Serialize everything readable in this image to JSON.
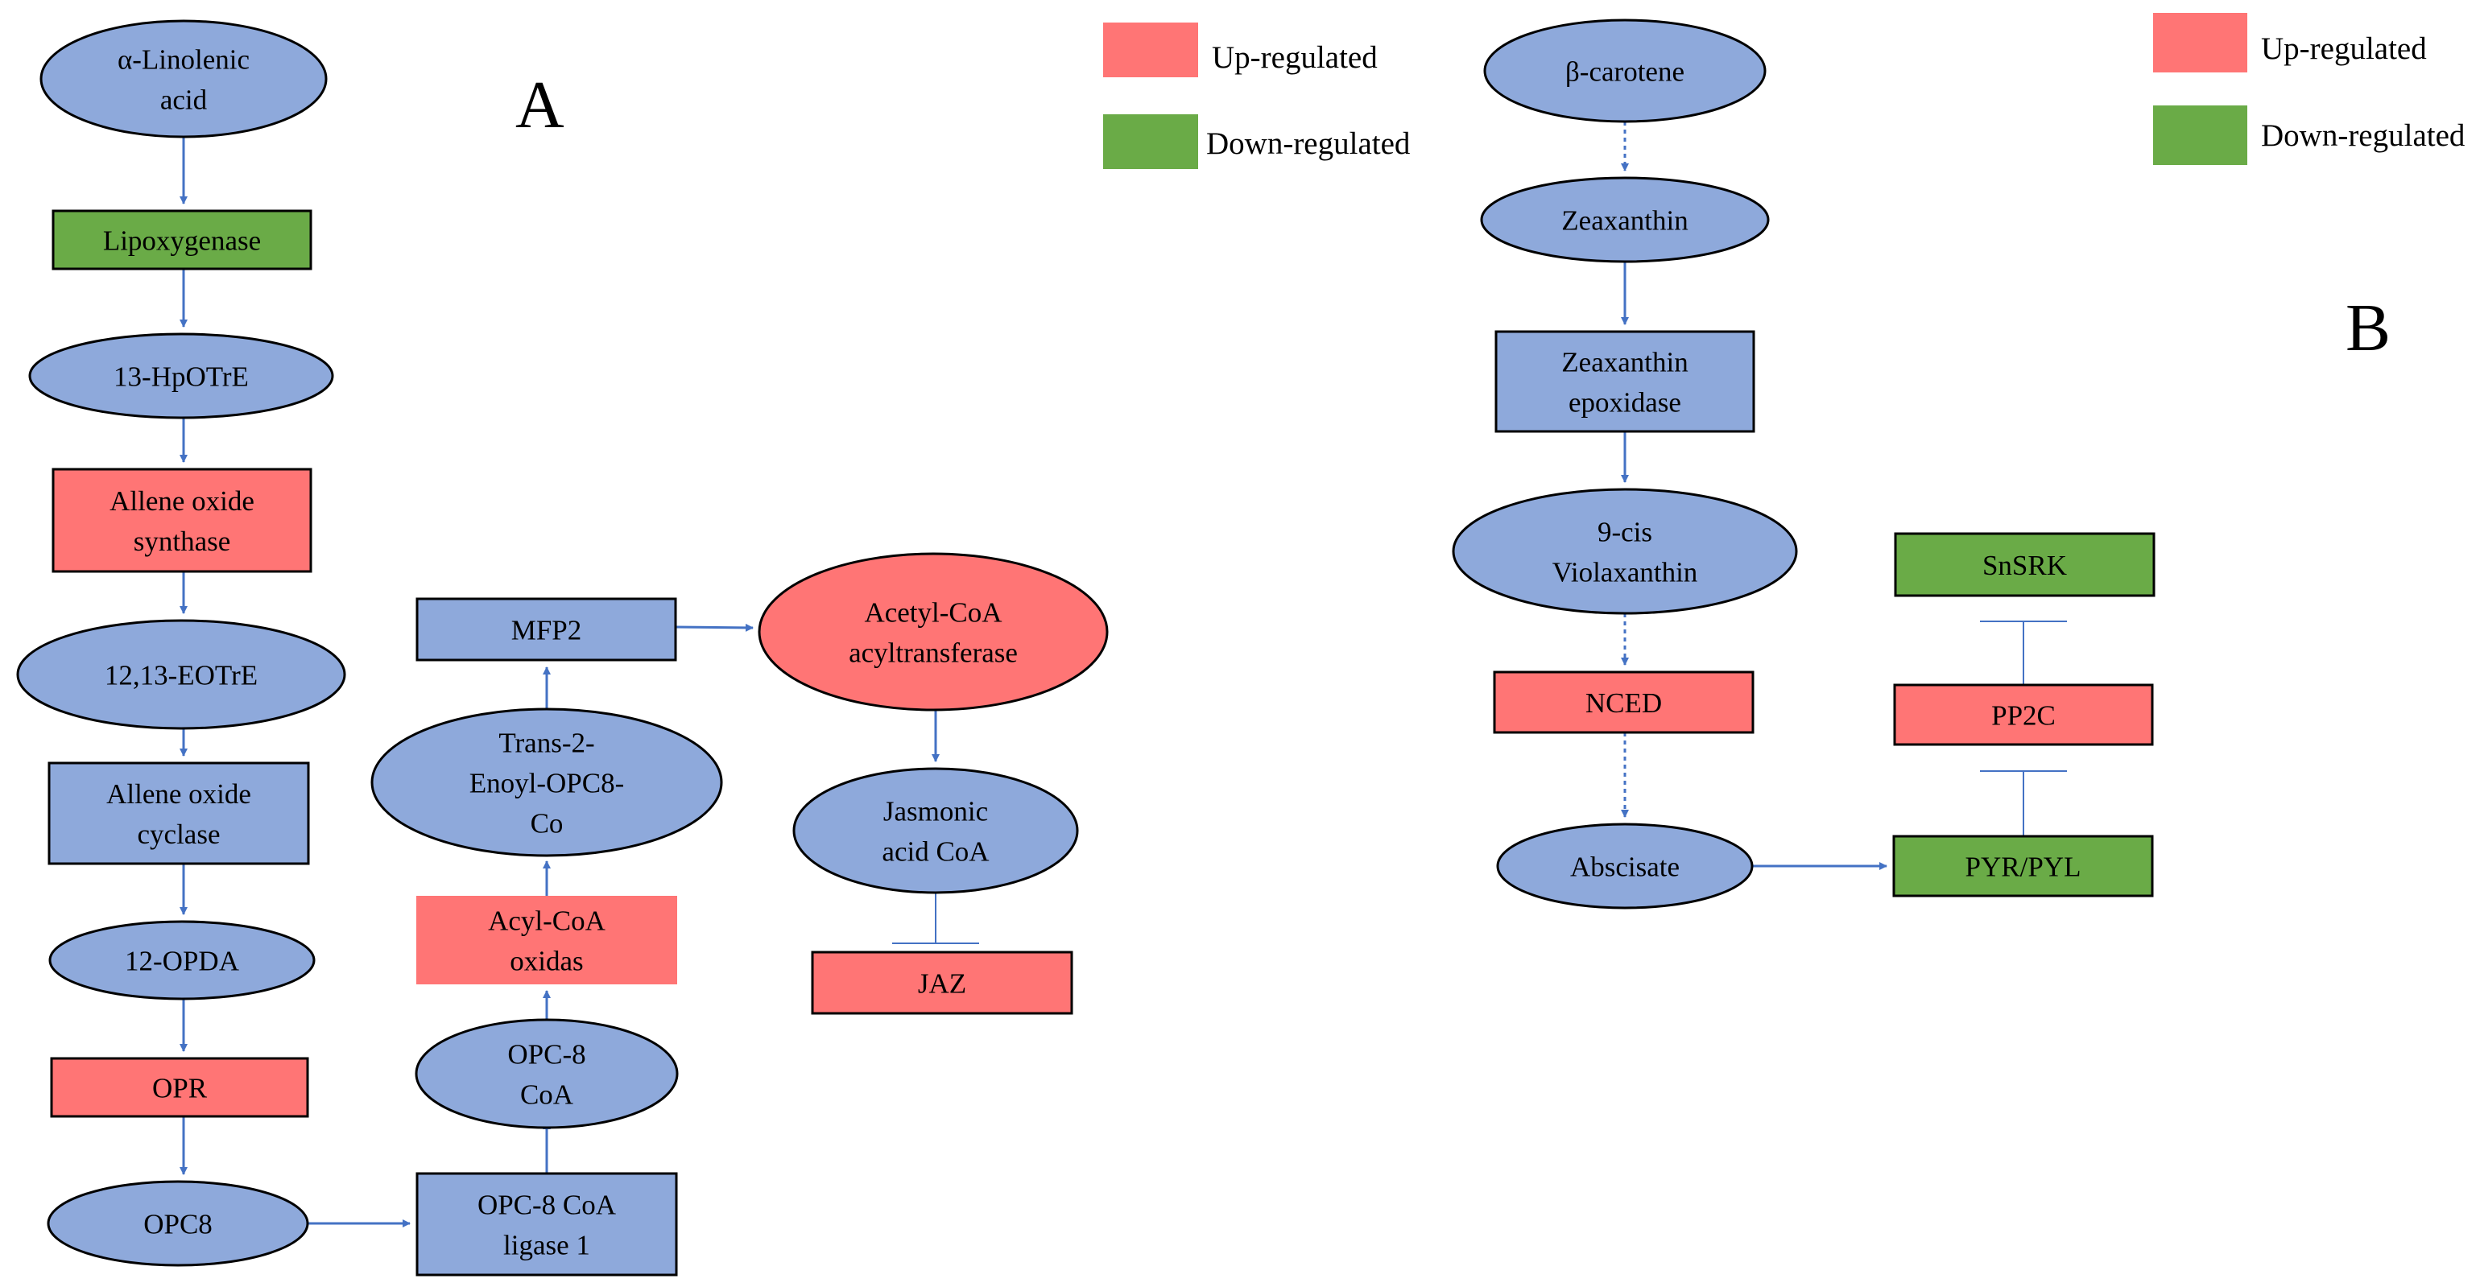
{
  "panels": {
    "a_label": "A",
    "b_label": "B"
  },
  "legend_a": {
    "up": "Up-regulated",
    "down": "Down-regulated"
  },
  "legend_b": {
    "up": "Up-regulated",
    "down": "Down-regulated"
  },
  "colors": {
    "metabolite_fill": "#8EA9DB",
    "upregulated_fill": "#FF7575",
    "downregulated_fill": "#6AAB47",
    "outline": "#000000",
    "arrow": "#4472C4"
  },
  "pathway_a": {
    "alpha_linolenic_acid": [
      "α-Linolenic",
      "acid"
    ],
    "lipoxygenase": [
      "Lipoxygenase"
    ],
    "hpotre": [
      "13-HpOTrE"
    ],
    "allene_oxide_synthase": [
      "Allene oxide",
      "synthase"
    ],
    "eotre": [
      "12,13-EOTrE"
    ],
    "allene_oxide_cyclase": [
      "Allene oxide",
      "cyclase"
    ],
    "opda": [
      "12-OPDA"
    ],
    "opr": [
      "OPR"
    ],
    "opc8": [
      "OPC8"
    ],
    "opc8_coa_ligase": [
      "OPC-8 CoA",
      "ligase 1"
    ],
    "opc8_coa": [
      "OPC-8",
      "CoA"
    ],
    "acyl_coa_oxidase": [
      "Acyl-CoA",
      "oxidas"
    ],
    "trans_enoyl": [
      "Trans-2-",
      "Enoyl-OPC8-",
      "Co"
    ],
    "mfp2": [
      "MFP2"
    ],
    "acetyl_coa_acyltransferase": [
      "Acetyl-CoA",
      "acyltransferase"
    ],
    "jasmonic_acid_coa": [
      "Jasmonic",
      "acid CoA"
    ],
    "jaz": [
      "JAZ"
    ]
  },
  "pathway_b": {
    "beta_carotene": [
      "β-carotene"
    ],
    "zeaxanthin": [
      "Zeaxanthin"
    ],
    "zeaxanthin_epoxidase": [
      "Zeaxanthin",
      "epoxidase"
    ],
    "violaxanthin": [
      "9-cis",
      "Violaxanthin"
    ],
    "nced": [
      "NCED"
    ],
    "abscisate": [
      "Abscisate"
    ],
    "pyr_pyl": [
      "PYR/PYL"
    ],
    "pp2c": [
      "PP2C"
    ],
    "snsrk": [
      "SnSRK"
    ]
  }
}
